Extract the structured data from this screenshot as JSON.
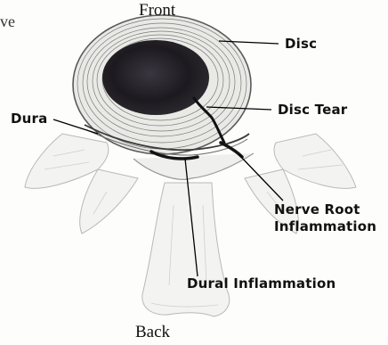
{
  "labels": {
    "front": "Front",
    "back": "Back",
    "disc": "Disc",
    "disc_tear": "Disc Tear",
    "dura": "Dura",
    "nerve_root_line1": "Nerve Root",
    "nerve_root_line2": "Inflammation",
    "dural_inflammation": "Dural Inflammation",
    "corner_fragment": "ve"
  },
  "colors": {
    "nucleus": "#1c1a1f",
    "annulus_lines": "#6b6b6b",
    "inflammation": "#141414",
    "leader_lines": "#000000"
  }
}
